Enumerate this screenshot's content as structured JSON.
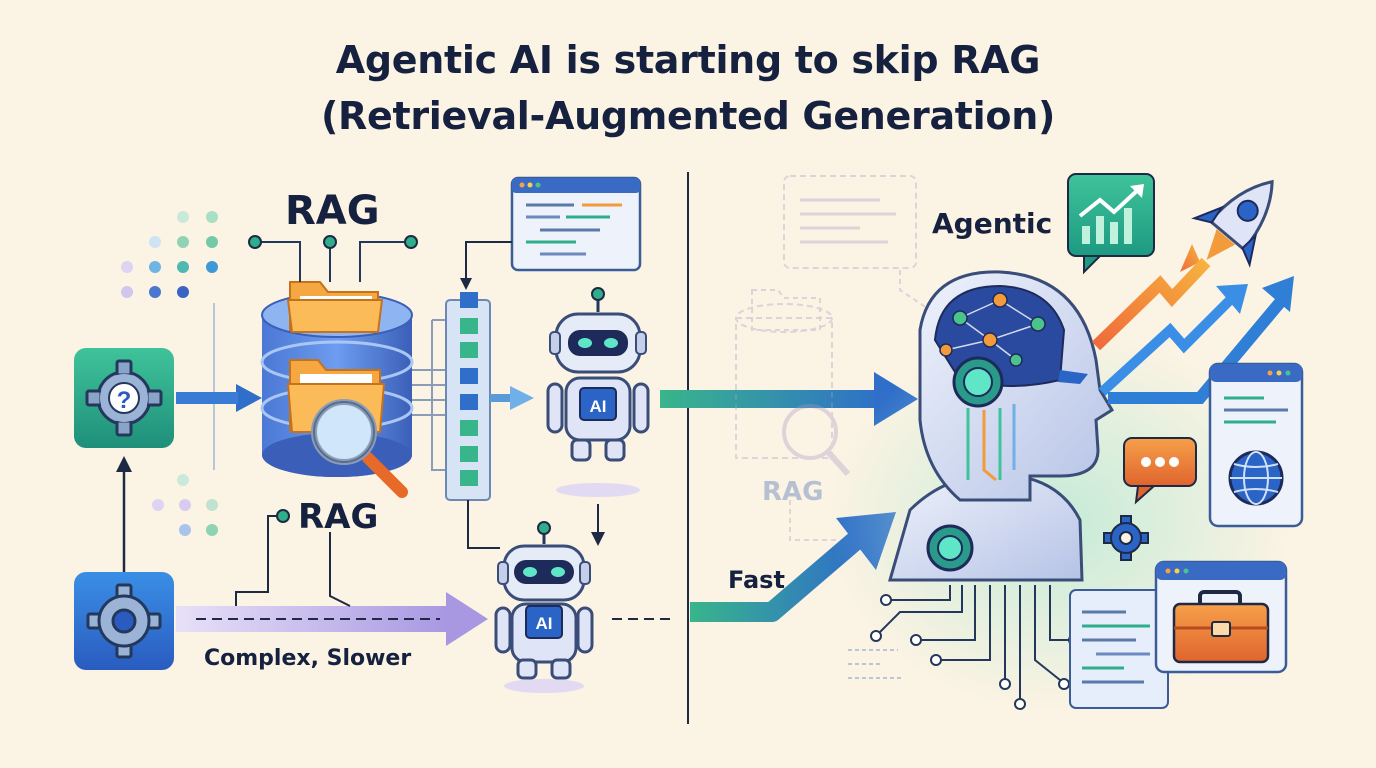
{
  "title": {
    "line1": "Agentic AI is starting to skip RAG",
    "line2": "(Retrieval-Augmented Generation)"
  },
  "labels": {
    "rag_top": "RAG",
    "rag_mid": "RAG",
    "rag_faded": "RAG",
    "agentic": "Agentic",
    "fast": "Fast",
    "complex_slower": "Complex, Slower"
  },
  "badges": {
    "ai_upper": "AI",
    "ai_lower": "AI",
    "question_mark": "?"
  },
  "icons": {
    "question-gear": "question-gear-icon",
    "gear": "gear-icon",
    "database": "database-icon",
    "folder": "folder-icon",
    "magnifier": "magnifier-icon",
    "robot": "robot-icon",
    "ai-head": "ai-head-icon",
    "rocket": "rocket-icon",
    "chart": "growth-chart-icon",
    "globe": "globe-icon",
    "toolbox": "toolbox-icon",
    "chat": "chat-bubble-icon"
  },
  "colors": {
    "background": "#fbf3e3",
    "title": "#15213f",
    "green": "#2fae8b",
    "blue": "#2f6fc9",
    "orange": "#f39a3a",
    "purple": "#a79be0"
  }
}
